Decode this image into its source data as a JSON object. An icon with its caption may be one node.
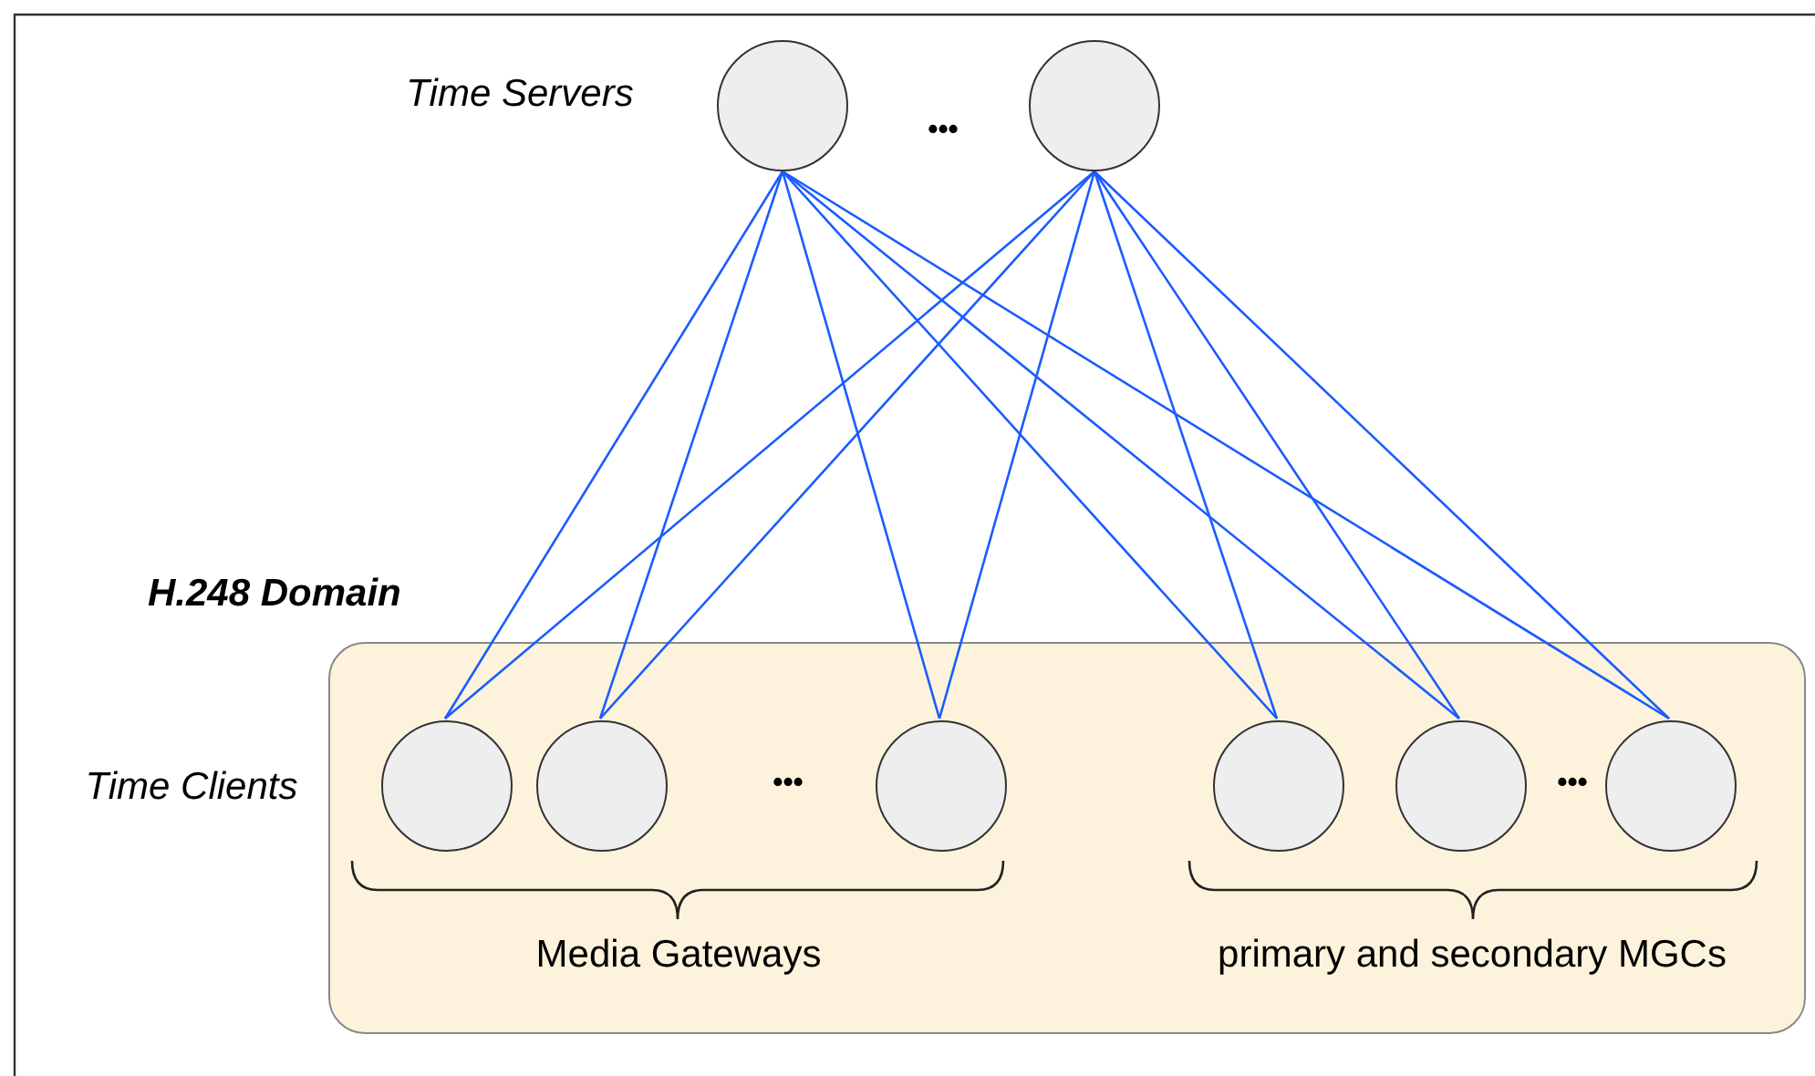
{
  "diagram": {
    "nodes": [
      {
        "text": [
          "H.248 Domain"
        ]
      },
      {
        "text": [],
        "shape": "circle"
      },
      {
        "text": [],
        "shape": "circle"
      },
      {
        "text": [],
        "shape": "circle",
        "in": 0
      },
      {
        "text": [],
        "shape": "circle",
        "in": 0
      },
      {
        "text": [],
        "shape": "circle",
        "in": 0
      },
      {
        "text": [],
        "shape": "circle",
        "in": 0
      },
      {
        "text": [],
        "shape": "circle",
        "in": 0
      },
      {
        "text": [],
        "shape": "circle",
        "in": 0
      }
    ],
    "edges": [
      {
        "from": 1,
        "to": 3,
        "arrow": "none"
      },
      {
        "from": 1,
        "to": 4,
        "arrow": "none"
      },
      {
        "from": 1,
        "to": 5,
        "arrow": "none"
      },
      {
        "from": 1,
        "to": 6,
        "arrow": "none"
      },
      {
        "from": 1,
        "to": 7,
        "arrow": "none"
      },
      {
        "from": 1,
        "to": 8,
        "arrow": "none"
      },
      {
        "from": 2,
        "to": 3,
        "arrow": "none"
      },
      {
        "from": 2,
        "to": 4,
        "arrow": "none"
      },
      {
        "from": 2,
        "to": 5,
        "arrow": "none"
      },
      {
        "from": 2,
        "to": 6,
        "arrow": "none"
      },
      {
        "from": 2,
        "to": 7,
        "arrow": "none"
      },
      {
        "from": 2,
        "to": 8,
        "arrow": "none"
      }
    ],
    "labels": [
      "Time Servers",
      "•••",
      "Time Clients",
      "•••",
      "•••",
      "Media Gateways",
      "primary and secondary MGCs"
    ]
  }
}
